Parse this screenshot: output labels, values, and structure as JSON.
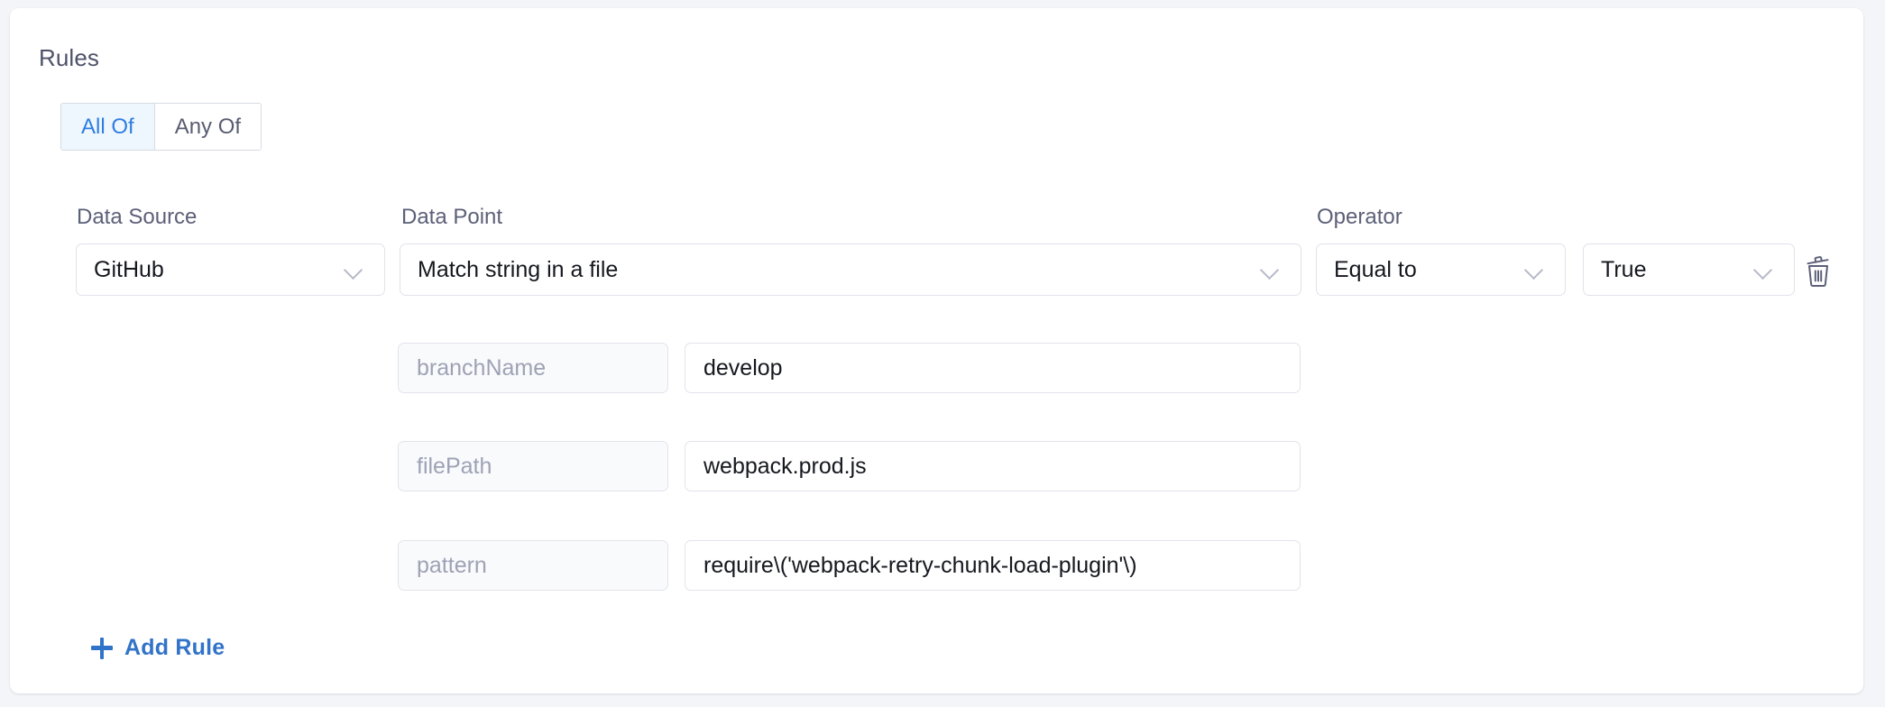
{
  "panel": {
    "title": "Rules"
  },
  "match_mode": {
    "options": [
      {
        "label": "All Of",
        "selected": true
      },
      {
        "label": "Any Of",
        "selected": false
      }
    ]
  },
  "columns": {
    "data_source_label": "Data Source",
    "data_point_label": "Data Point",
    "operator_label": "Operator"
  },
  "rule": {
    "data_source": "GitHub",
    "data_point": "Match string in a file",
    "operator": "Equal to",
    "value": "True",
    "delete_icon": "trash-icon",
    "parameters": [
      {
        "key": "branchName",
        "value": "develop"
      },
      {
        "key": "filePath",
        "value": "webpack.prod.js"
      },
      {
        "key": "pattern",
        "value": "require\\('webpack-retry-chunk-load-plugin'\\)"
      }
    ]
  },
  "actions": {
    "add_rule_label": "Add Rule",
    "add_rule_icon": "plus-icon"
  },
  "colors": {
    "accent": "#3173c8",
    "segment_active_text": "#2f7de1",
    "segment_active_bg": "#eef7fd",
    "border": "#e2e2ea",
    "key_field_bg": "#f9fafc",
    "placeholder_text": "#9ea2b4",
    "heading_text": "#4e5268",
    "page_bg": "#f4f5f9"
  }
}
